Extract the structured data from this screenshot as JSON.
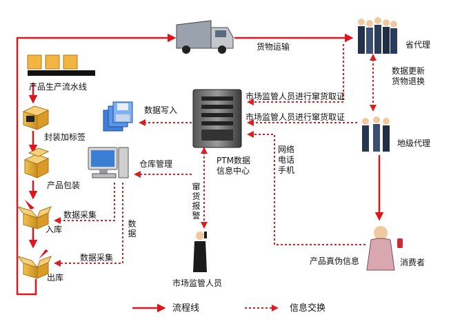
{
  "nodes": {
    "production_line": "产品生产流水线",
    "packaging_label": "封装加标签",
    "product_packing": "产品包装",
    "warehouse_in": "入库",
    "warehouse_out": "出库",
    "ptm_line1": "PTM数据",
    "ptm_line2": "信息中心",
    "provincial_agent": "省代理",
    "local_agent": "地级代理",
    "consumer": "消费者",
    "market_regulator": "市场监管人员"
  },
  "edges": {
    "cargo_transport": "货物运输",
    "data_update_line1": "数据更新",
    "data_update_line2": "货物退换",
    "inspection_1": "市场监管人员进行窜货取证",
    "inspection_2": "市场监管人员进行窜货取证",
    "data_write": "数据写入",
    "warehouse_mgmt": "仓库管理",
    "data_collect_1": "数据采集",
    "data_collect_2": "数据采集",
    "data_vertical": "数据",
    "diversion_report": "窜货报警",
    "channel_line1": "网络",
    "channel_line2": "电话",
    "channel_line3": "手机",
    "authenticity_info": "产品真伪信息"
  },
  "legend": {
    "flow_line": "流程线",
    "info_exchange": "信息交换"
  },
  "colors": {
    "flow": "#e1141c",
    "info": "#d92020"
  }
}
